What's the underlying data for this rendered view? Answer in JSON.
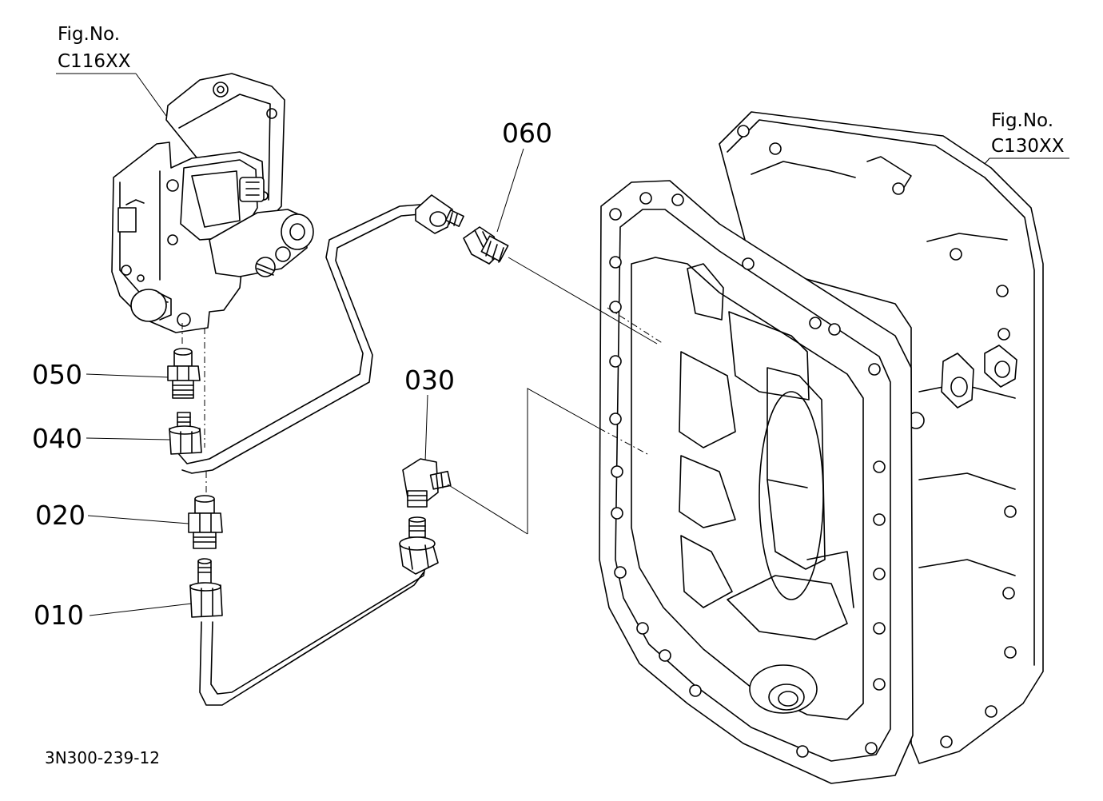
{
  "references": {
    "top_left": {
      "line1": "Fig.No.",
      "line2": "C116XX"
    },
    "right": {
      "line1": "Fig.No.",
      "line2": "C130XX"
    }
  },
  "callouts": [
    "060",
    "050",
    "040",
    "030",
    "020",
    "010"
  ],
  "drawing_number": "3N300-239-12"
}
